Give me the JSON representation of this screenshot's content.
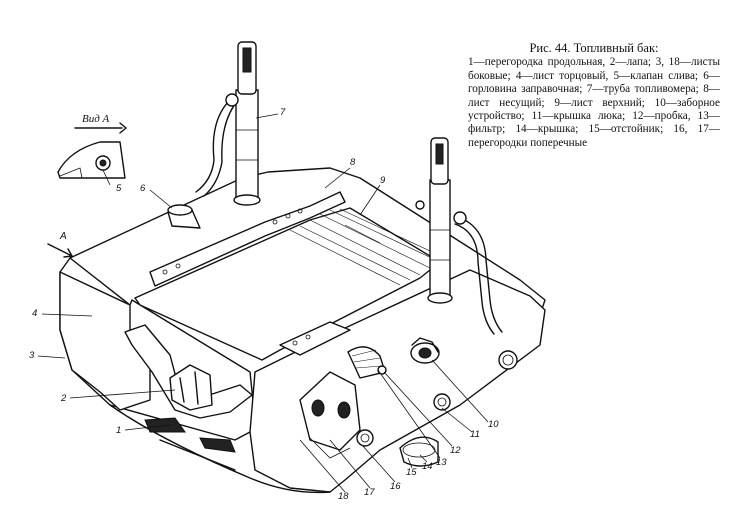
{
  "caption": {
    "title": "Рис. 44. Топливный бак:",
    "body": "1—перегородка продольная, 2—лапа; 3, 18—листы боковые; 4—лист торцовый, 5—клапан слива; 6—горловина заправочная; 7—труба топливомера; 8—лист несущий; 9—лист верхний; 10—заборное устройство; 11—крышка люка; 12—пробка, 13—фильтр; 14—крышка; 15—отстойник; 16, 17—перегородки поперечные"
  },
  "view_label": "Вид А",
  "arrow_label": "А",
  "callouts": {
    "c1": "1",
    "c2": "2",
    "c3": "3",
    "c4": "4",
    "c5": "5",
    "c6": "6",
    "c7": "7",
    "c8": "8",
    "c9": "9",
    "c10": "10",
    "c11": "11",
    "c12": "12",
    "c13": "13",
    "c14": "14",
    "c15": "15",
    "c16": "16",
    "c17": "17",
    "c18": "18"
  }
}
